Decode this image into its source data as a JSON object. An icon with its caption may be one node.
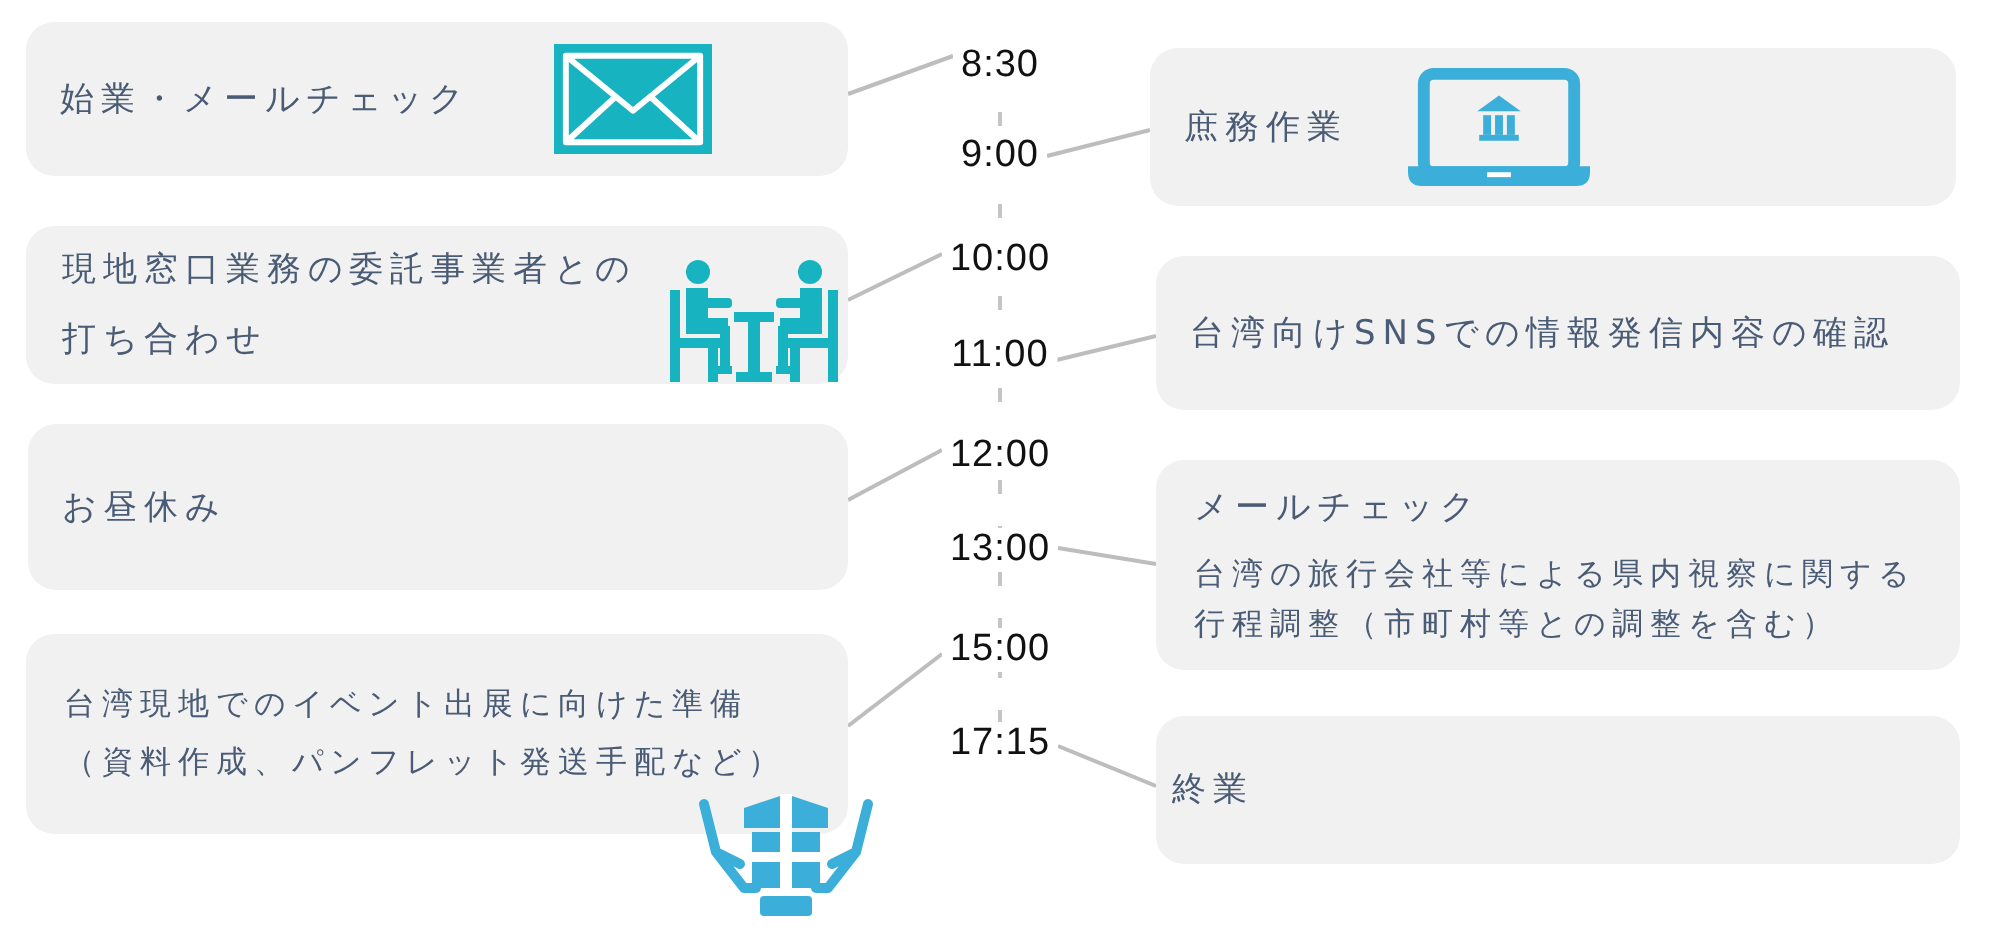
{
  "diagram": {
    "nodes": [
      {
        "text": [
          "8:30"
        ]
      },
      {
        "text": [
          "始業・メールチェック"
        ]
      },
      {
        "text": [
          "9:00"
        ]
      },
      {
        "text": [
          "庶務作業"
        ]
      },
      {
        "text": [
          "10:00"
        ]
      },
      {
        "text": [
          "現地窓口業務の委託事業者との打ち合わせ"
        ]
      },
      {
        "text": [
          "11:00"
        ]
      },
      {
        "text": [
          "台湾向けSNSでの情報発信内容の確認"
        ]
      },
      {
        "text": [
          "12:00"
        ]
      },
      {
        "text": [
          "お昼休み"
        ]
      },
      {
        "text": [
          "13:00"
        ]
      },
      {
        "text": [
          "メールチェック",
          "台湾の旅行会社等による県内視察に関する行程調整（市町村等との調整を含む）"
        ]
      },
      {
        "text": [
          "15:00"
        ]
      },
      {
        "text": [
          "台湾現地でのイベント出展に向けた準備（資料作成、パンフレット発送手配など）"
        ]
      },
      {
        "text": [
          "17:15"
        ]
      },
      {
        "text": [
          "終業"
        ]
      }
    ],
    "edges": [
      {
        "from": 0,
        "to": 1,
        "arrow": "none"
      },
      {
        "from": 2,
        "to": 3,
        "arrow": "none"
      },
      {
        "from": 4,
        "to": 5,
        "arrow": "none"
      },
      {
        "from": 6,
        "to": 7,
        "arrow": "none"
      },
      {
        "from": 8,
        "to": 9,
        "arrow": "none"
      },
      {
        "from": 10,
        "to": 11,
        "arrow": "none"
      },
      {
        "from": 12,
        "to": 13,
        "arrow": "none"
      },
      {
        "from": 14,
        "to": 15,
        "arrow": "none"
      }
    ]
  }
}
